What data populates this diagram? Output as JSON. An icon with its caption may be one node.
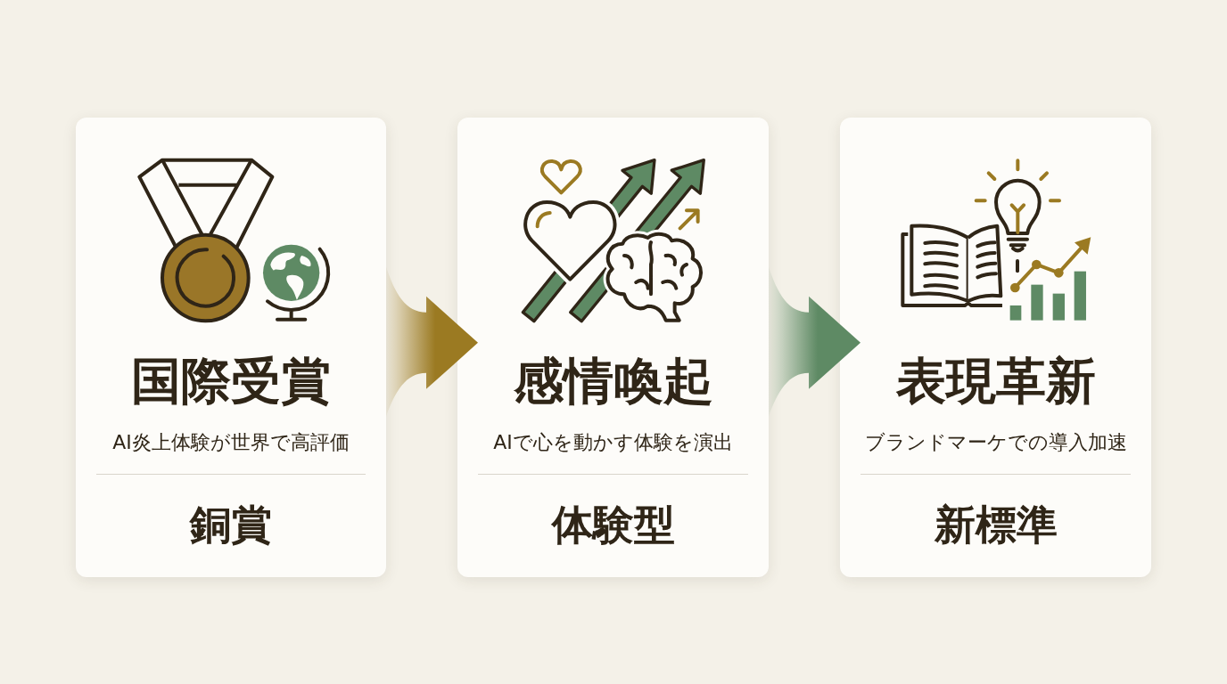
{
  "diagram": {
    "nodes": [
      {
        "text": [
          "国際受賞",
          "AI炎上体験が世界で高評価",
          "銅賞"
        ]
      },
      {
        "text": [
          "感情喚起",
          "AIで心を動かす体験を演出",
          "体験型"
        ]
      },
      {
        "text": [
          "表現革新",
          "ブランドマーケでの導入加速",
          "新標準"
        ]
      }
    ],
    "edges": [
      {
        "from": 0,
        "to": 1,
        "arrow": "to",
        "color": "#9b7a22"
      },
      {
        "from": 1,
        "to": 2,
        "arrow": "to",
        "color": "#5e8a64"
      }
    ]
  }
}
